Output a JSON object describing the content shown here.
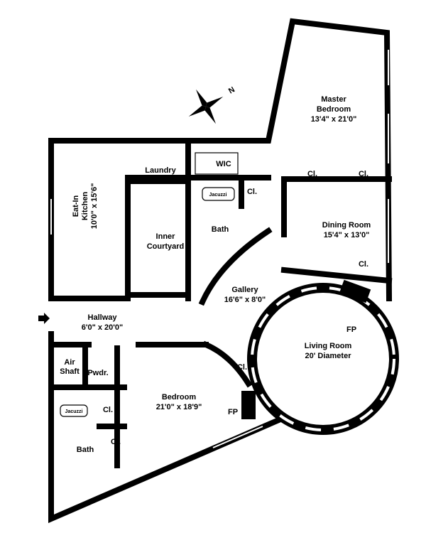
{
  "plan": {
    "compass": "N",
    "rooms": {
      "master_bedroom": {
        "name_1": "Master",
        "name_2": "Bedroom",
        "size": "13'4\" x 21'0\""
      },
      "master_closet_1": "Cl.",
      "master_closet_2": "Cl.",
      "wic": "WIC",
      "wic_closet": "Cl.",
      "jacuzzi_top": "Jacuzzi",
      "laundry": "Laundry",
      "kitchen": {
        "name_1": "Eat-In",
        "name_2": "Kitchen",
        "size": "10'0\" x 15'6\""
      },
      "bath_top": "Bath",
      "courtyard": {
        "name_1": "Inner",
        "name_2": "Courtyard"
      },
      "dining_room": {
        "name": "Dining Room",
        "size": "15'4\" x 13'0\""
      },
      "dining_closet": "Cl.",
      "gallery": {
        "name": "Gallery",
        "size": "16'6\" x 8'0\""
      },
      "living_fp": "FP",
      "hallway": {
        "name": "Hallway",
        "size": "6'0\" x 20'0\""
      },
      "living_room": {
        "name": "Living Room",
        "size": "20' Diameter"
      },
      "air_shaft": {
        "name_1": "Air",
        "name_2": "Shaft"
      },
      "powder": "Pwdr.",
      "bedroom_closet_top": "Cl.",
      "bedroom": {
        "name": "Bedroom",
        "size": "21'0\" x 18'9\""
      },
      "bedroom_closet_1": "Cl.",
      "jacuzzi_bottom": "Jacuzzi",
      "bedroom_fp": "FP",
      "bedroom_closet_2": "Cl.",
      "bath_bottom": "Bath"
    }
  }
}
